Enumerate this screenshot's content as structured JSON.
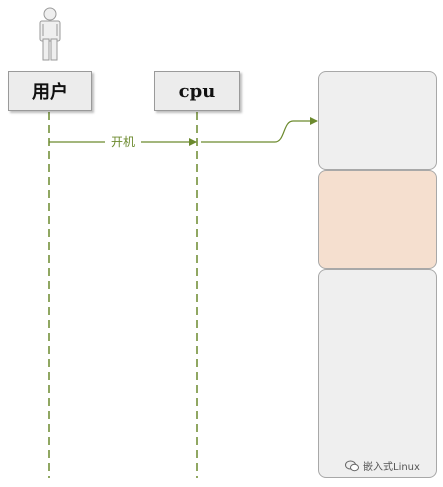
{
  "actors": {
    "user_label": "用户",
    "cpu_label": "cpu"
  },
  "message": {
    "label": "开机"
  },
  "watermark": {
    "text": "嵌入式Linux",
    "icon": "wechat-icon"
  },
  "colors": {
    "line": "#6c8a2e",
    "box_fill": "#ececec",
    "block_gray": "#efefef",
    "block_peach": "#f5dfcf"
  }
}
